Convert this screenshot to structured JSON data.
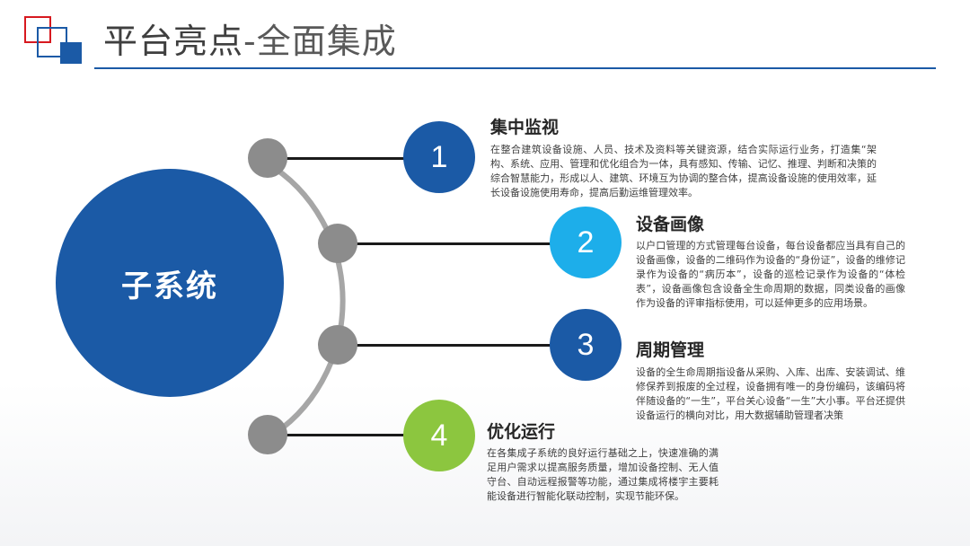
{
  "header": {
    "title_main": "平台亮点",
    "title_sub": "-全面集成"
  },
  "center": {
    "label": "子系统"
  },
  "items": [
    {
      "number": "1",
      "title": "集中监视",
      "body": "在整合建筑设备设施、人员、技术及资料等关键资源，结合实际运行业务，打造集“架构、系统、应用、管理和优化组合为一体，具有感知、传输、记忆、推理、判断和决策的综合智慧能力，形成以人、建筑、环境互为协调的整合体，提高设备设施的使用效率，延长设备设施使用寿命，提高后勤运维管理效率。"
    },
    {
      "number": "2",
      "title": "设备画像",
      "body": "以户口管理的方式管理每台设备，每台设备都应当具有自己的设备画像，设备的二维码作为设备的“身份证”，设备的维修记录作为设备的“病历本”，设备的巡检记录作为设备的“体检表”，设备画像包含设备全生命周期的数据，同类设备的画像作为设备的评审指标使用，可以延伸更多的应用场景。"
    },
    {
      "number": "3",
      "title": "周期管理",
      "body": "设备的全生命周期指设备从采购、入库、出库、安装调试、维修保养到报废的全过程，设备拥有唯一的身份编码，该编码将伴随设备的“一生”，平台关心设备“一生”大小事。平台还提供设备运行的横向对比，用大数据辅助管理者决策"
    },
    {
      "number": "4",
      "title": "优化运行",
      "body": "在各集成子系统的良好运行基础之上，快速准确的满足用户需求以提高服务质量，增加设备控制、无人值守台、自动远程报警等功能，通过集成将楼宇主要耗能设备进行智能化联动控制，实现节能环保。"
    }
  ],
  "colors": {
    "brand_blue": "#1b5aa6",
    "light_blue": "#1daeea",
    "green": "#8cc63f",
    "red": "#d7191f",
    "node_gray": "#8c8c8c"
  }
}
